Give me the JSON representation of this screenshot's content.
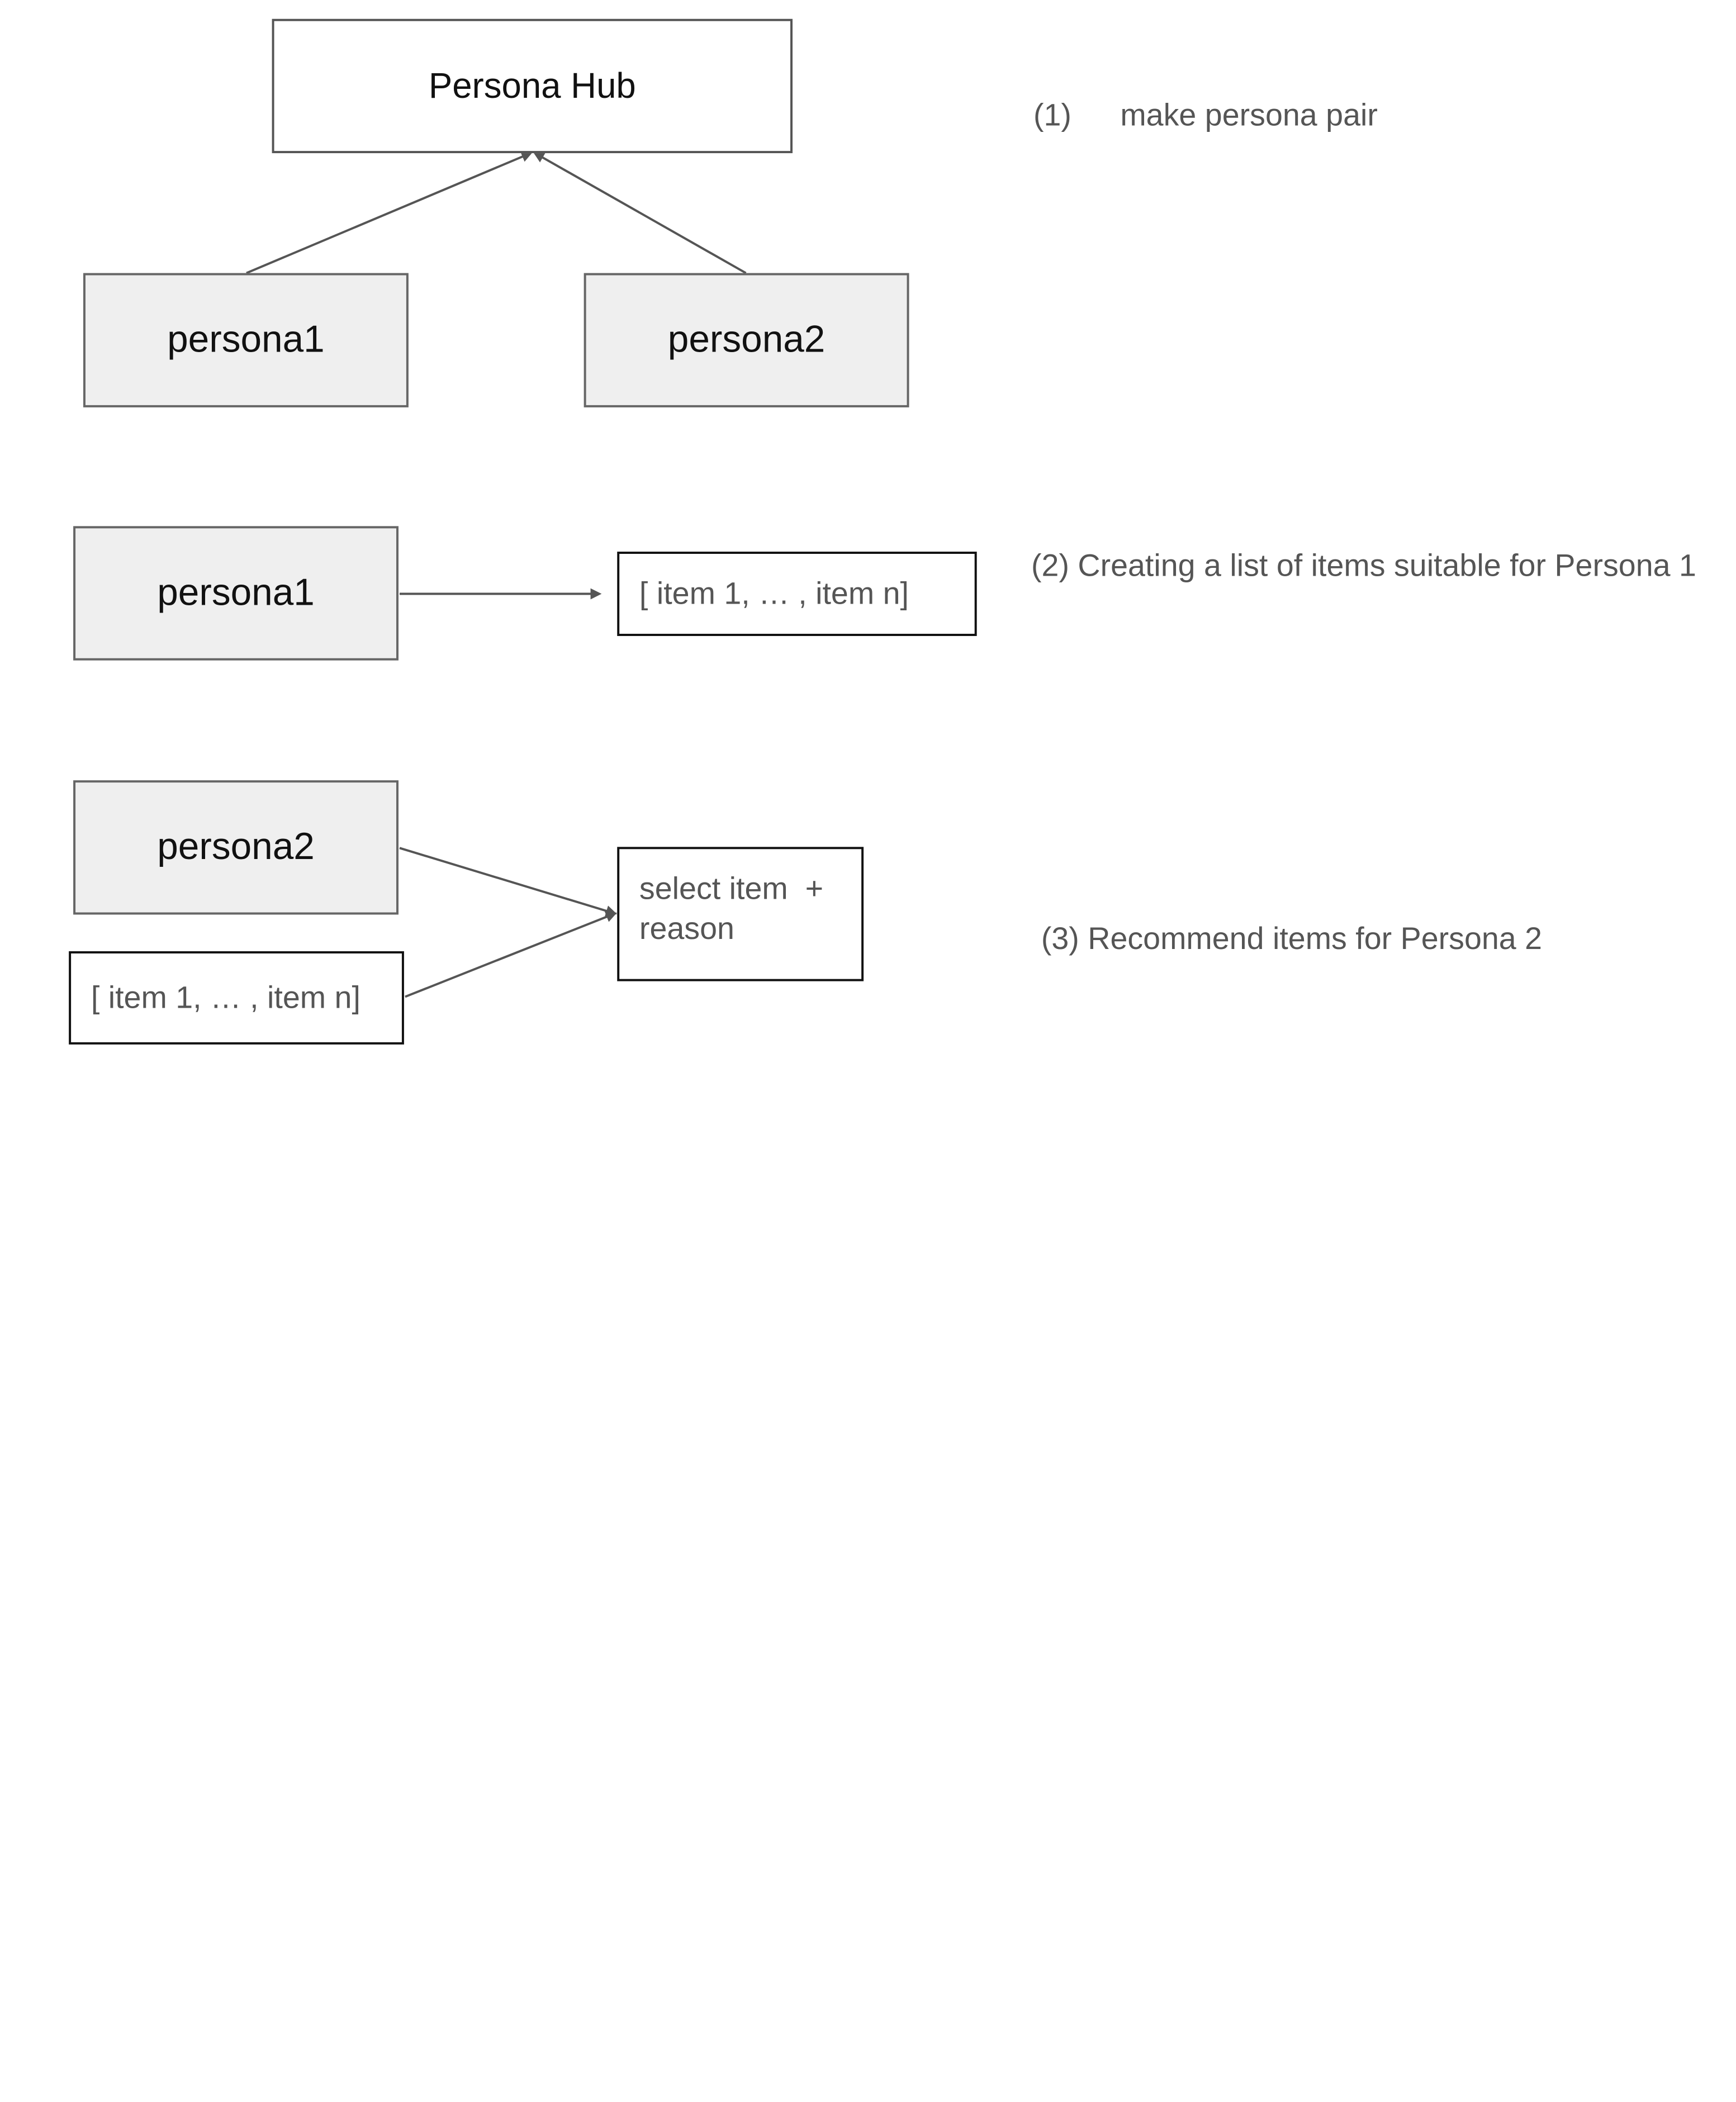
{
  "nodes": {
    "persona_hub": "Persona Hub",
    "step1_persona1": "persona1",
    "step1_persona2": "persona2",
    "step2_persona1": "persona1",
    "step2_item_list": "[ item 1, … , item n]",
    "step3_persona2": "persona2",
    "step3_item_list": "[ item 1, … , item n]",
    "step3_select_line1": "select item  +",
    "step3_select_line2": "reason"
  },
  "notes": {
    "step1_number": "(1)",
    "step1_text": "make persona pair",
    "step2": "(2) Creating a list of items suitable for Persona 1",
    "step3": "(3) Recommend items for Persona 2"
  },
  "colors": {
    "edge": "#555555",
    "persona_fill": "#efefef",
    "note_text": "#555555"
  }
}
